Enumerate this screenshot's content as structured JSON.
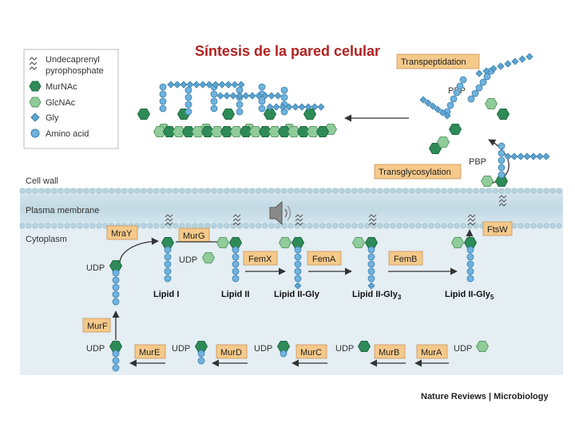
{
  "title": "Síntesis de la pared celular",
  "legend": [
    {
      "symbol": "undecaprenyl",
      "line1": "Undecaprenyl",
      "line2": "pyrophosphate"
    },
    {
      "symbol": "murnac",
      "line1": "MurNAc",
      "line2": ""
    },
    {
      "symbol": "glcnac",
      "line1": "GlcNAc",
      "line2": ""
    },
    {
      "symbol": "gly",
      "line1": "Gly",
      "line2": ""
    },
    {
      "symbol": "amino-acid",
      "line1": "Amino acid",
      "line2": ""
    }
  ],
  "regions": {
    "cell_wall": "Cell wall",
    "plasma_membrane": "Plasma membrane",
    "cytoplasm": "Cytoplasm"
  },
  "enzymes": {
    "transpeptidation": "Transpeptidation",
    "pbp_top": "PBP",
    "transglycosylation": "Transglycosylation",
    "pbp_mid": "PBP",
    "mray": "MraY",
    "murg": "MurG",
    "femx": "FemX",
    "fema": "FemA",
    "femb": "FemB",
    "ftsw": "FtsW",
    "murf": "MurF",
    "mure": "MurE",
    "murd": "MurD",
    "murc": "MurC",
    "murb": "MurB",
    "mura": "MurA"
  },
  "udp_labels": [
    "UDP",
    "UDP",
    "UDP",
    "UDP",
    "UDP",
    "UDP",
    "UDP"
  ],
  "lipids": {
    "lipid1": "Lipid I",
    "lipid2": "Lipid II",
    "lipid2gly": "Lipid II-Gly",
    "lipid2gly3": "Lipid II-Gly",
    "lipid2gly3_sub": "3",
    "lipid2gly5": "Lipid II-Gly",
    "lipid2gly5_sub": "5"
  },
  "credit": "Nature Reviews | Microbiology",
  "colors": {
    "title": "#b22222",
    "murnac": "#2e8b57",
    "glcnac": "#8fcc9a",
    "gly": "#5ba4d0",
    "amino_acid": "#6fb3de",
    "enzyme_box": "#f5c98a",
    "membrane": "#c9dfe8",
    "cytoplasm": "#e4eef3"
  },
  "icons": [
    "speaker-icon"
  ]
}
